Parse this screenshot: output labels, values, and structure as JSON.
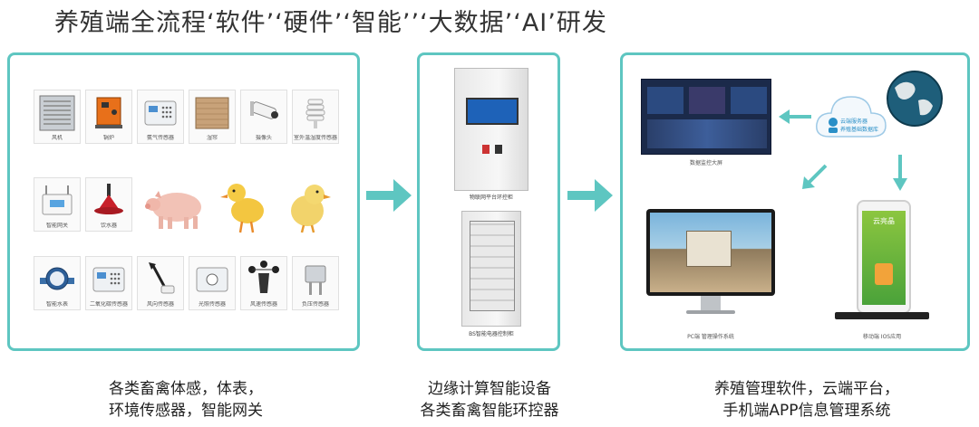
{
  "title": "养殖端全流程‘软件’‘硬件’‘智能’’‘大数据’‘AI’研发",
  "left_panel": {
    "items": [
      {
        "label": "风机",
        "icon": "fan-icon"
      },
      {
        "label": "锅炉",
        "icon": "boiler-icon"
      },
      {
        "label": "氨气传感器",
        "icon": "ammonia-sensor-icon"
      },
      {
        "label": "湿帘",
        "icon": "wet-curtain-icon"
      },
      {
        "label": "摄像头",
        "icon": "camera-icon"
      },
      {
        "label": "室外温湿度传感器",
        "icon": "outdoor-th-sensor-icon"
      },
      {
        "label": "智能网关",
        "icon": "gateway-icon"
      },
      {
        "label": "饮水器",
        "icon": "drinker-icon"
      },
      {
        "label": "智能水表",
        "icon": "water-meter-icon"
      },
      {
        "label": "二氧化碳传感器",
        "icon": "co2-sensor-icon"
      },
      {
        "label": "风向传感器",
        "icon": "wind-direction-icon"
      },
      {
        "label": "光照传感器",
        "icon": "light-sensor-icon"
      },
      {
        "label": "风速传感器",
        "icon": "wind-speed-icon"
      },
      {
        "label": "负压传感器",
        "icon": "pressure-sensor-icon"
      }
    ],
    "animals": [
      "pig-icon",
      "duckling-icon",
      "chick-icon"
    ],
    "caption_lines": [
      "各类畜禽体感，体表，",
      "环境传感器，智能网关"
    ]
  },
  "mid_panel": {
    "cabinet_top_label": "物联网平台环控柜",
    "cabinet_bottom_label": "BS智能电器控制柜",
    "caption_lines": [
      "边缘计算智能设备",
      "各类畜禽智能环控器"
    ]
  },
  "right_panel": {
    "dashboard_label": "数据监控大屏",
    "cloud_lines": [
      "云端服务器",
      "养殖基础数据库"
    ],
    "desktop_label": "PC端 管理操作系统",
    "phone_label": "移动端 IOS应用",
    "phone_brand": "云亮晶",
    "caption_lines": [
      "养殖管理软件，云端平台，",
      "手机端APP信息管理系统"
    ]
  },
  "colors": {
    "accent": "#5ec6c1",
    "cloud": "#2a8fc7",
    "dashboard": "#1b2a4a"
  }
}
